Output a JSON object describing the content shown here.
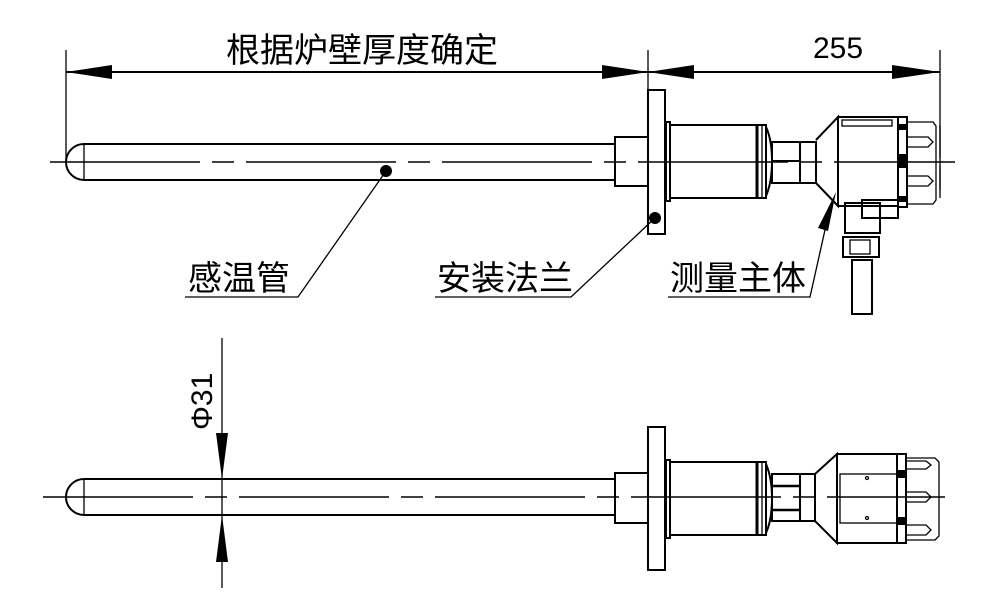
{
  "drawing": {
    "title": "Thermocouple assembly drawing",
    "dimensions": {
      "insertion_length_label": "根据炉壁厚度确定",
      "head_length_label": "255",
      "diameter_label": "Φ31"
    },
    "callouts": {
      "tube_label": "感温管",
      "flange_label": "安装法兰",
      "body_label": "测量主体"
    },
    "colors": {
      "line": "#000000",
      "background": "#ffffff"
    }
  }
}
